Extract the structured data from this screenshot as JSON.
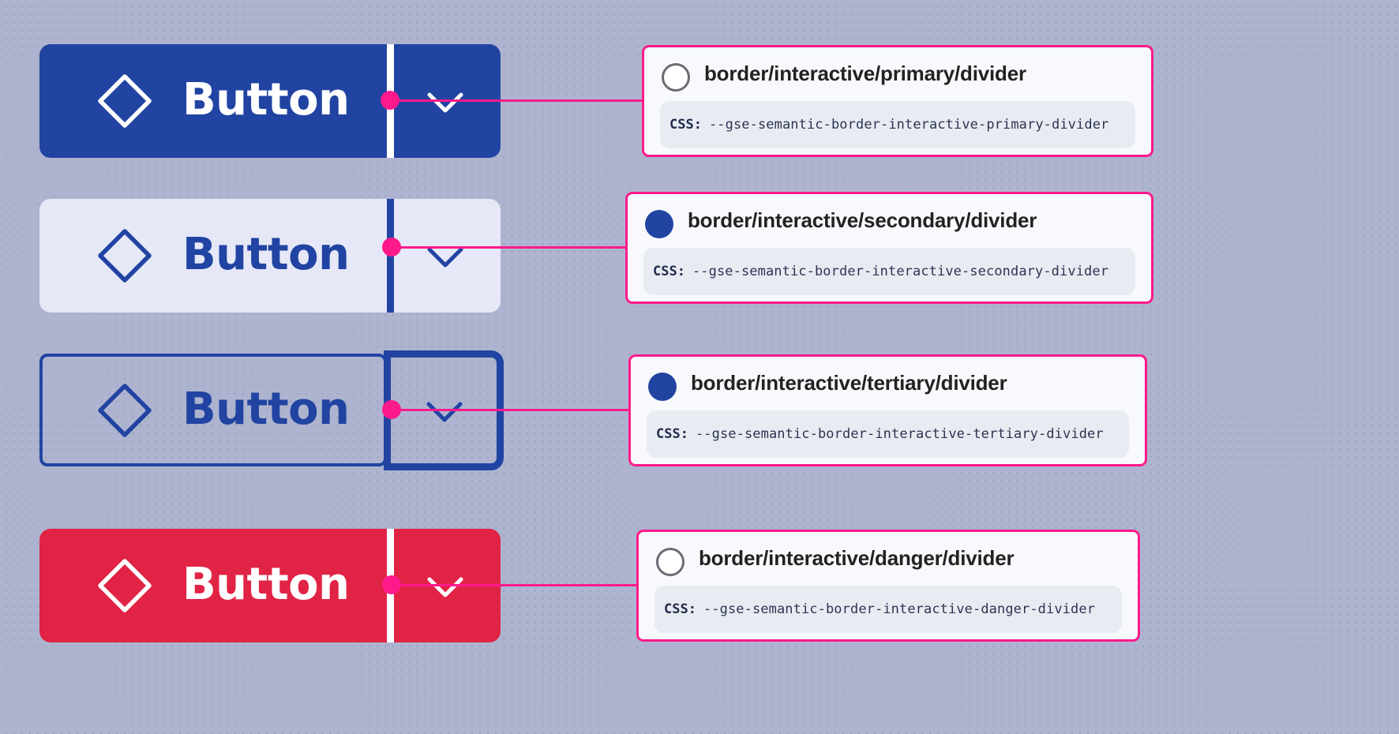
{
  "colors": {
    "background": "#aeb4cf",
    "primary_blue": "#2144a2",
    "secondary_bg": "#e6e8f7",
    "danger_red": "#e12345",
    "annotation_pink": "#ff1a8c",
    "card_bg": "#f8f9fc",
    "code_bg": "#e9ebf3"
  },
  "buttons": [
    {
      "variant": "primary",
      "label": "Button",
      "icon": "diamond-icon",
      "toggle_icon": "chevron-down-icon",
      "divider_color": "#ffffff"
    },
    {
      "variant": "secondary",
      "label": "Button",
      "icon": "diamond-icon",
      "toggle_icon": "chevron-down-icon",
      "divider_color": "#2144a2"
    },
    {
      "variant": "tertiary",
      "label": "Button",
      "icon": "diamond-icon",
      "toggle_icon": "chevron-down-icon",
      "divider_color": "#2144a2"
    },
    {
      "variant": "danger",
      "label": "Button",
      "icon": "diamond-icon",
      "toggle_icon": "chevron-down-icon",
      "divider_color": "#ffffff"
    }
  ],
  "annotations": [
    {
      "token": "border/interactive/primary/divider",
      "css_label": "CSS:",
      "css_var": "--gse-semantic-border-interactive-primary-divider",
      "swatch": "#ffffff"
    },
    {
      "token": "border/interactive/secondary/divider",
      "css_label": "CSS:",
      "css_var": "--gse-semantic-border-interactive-secondary-divider",
      "swatch": "#2144a2"
    },
    {
      "token": "border/interactive/tertiary/divider",
      "css_label": "CSS:",
      "css_var": "--gse-semantic-border-interactive-tertiary-divider",
      "swatch": "#2144a2"
    },
    {
      "token": "border/interactive/danger/divider",
      "css_label": "CSS:",
      "css_var": "--gse-semantic-border-interactive-danger-divider",
      "swatch": "#ffffff"
    }
  ]
}
